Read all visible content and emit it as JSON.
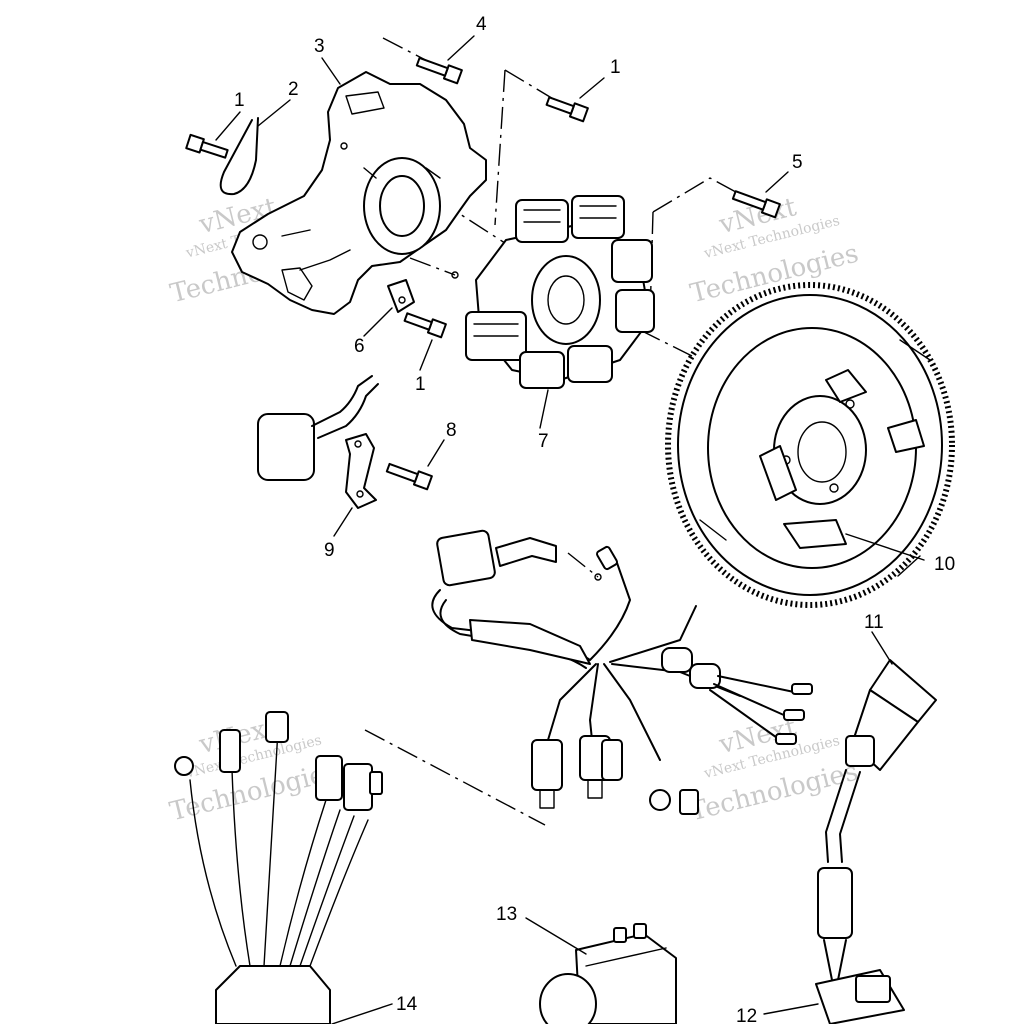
{
  "diagram": {
    "callouts": {
      "c1a": "1",
      "c1b": "1",
      "c1c": "1",
      "c2": "2",
      "c3": "3",
      "c4": "4",
      "c5": "5",
      "c6": "6",
      "c7": "7",
      "c8": "8",
      "c9": "9",
      "c10": "10",
      "c11": "11",
      "c12": "12",
      "c13": "13",
      "c14": "14"
    },
    "watermark": {
      "line1": "vNext",
      "line2": "vNext Technologies",
      "line3": "Technologies"
    }
  }
}
